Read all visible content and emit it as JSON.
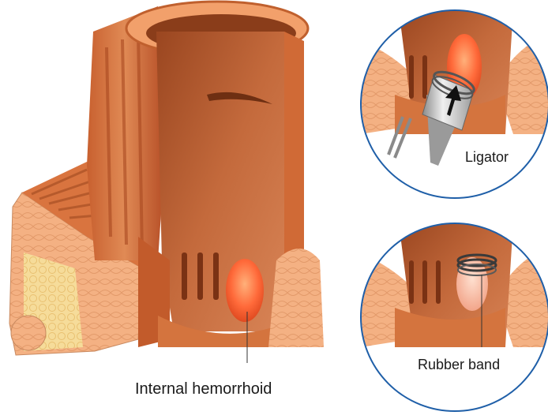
{
  "labels": {
    "internal_hemorrhoid": "Internal hemorrhoid",
    "ligator": "Ligator",
    "rubber_band": "Rubber band"
  },
  "colors": {
    "tissue_light": "#f4b183",
    "tissue_mid": "#e8824a",
    "tissue_dark": "#b9532a",
    "lumen": "#c96a3c",
    "hemorrhoid": "#ff6a3a",
    "fat": "#f6dc9a",
    "metal": "#b8b8b8",
    "circle_outline": "#1f5fa8"
  },
  "icons": {
    "ligator_arrow": "arrow-up-icon"
  }
}
